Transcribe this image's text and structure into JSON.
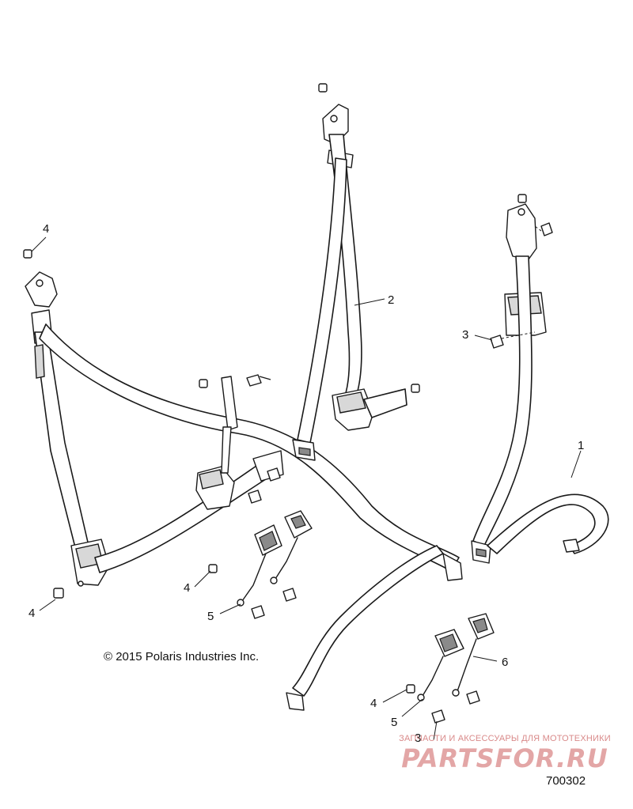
{
  "diagram": {
    "callouts": [
      {
        "id": "callout-1",
        "label": "1"
      },
      {
        "id": "callout-2",
        "label": "2"
      },
      {
        "id": "callout-3-upper",
        "label": "3"
      },
      {
        "id": "callout-3-lower",
        "label": "3"
      },
      {
        "id": "callout-4-top",
        "label": "4"
      },
      {
        "id": "callout-4-mid",
        "label": "4"
      },
      {
        "id": "callout-4-left",
        "label": "4"
      },
      {
        "id": "callout-4-lower",
        "label": "4"
      },
      {
        "id": "callout-5-mid",
        "label": "5"
      },
      {
        "id": "callout-5-lower",
        "label": "5"
      },
      {
        "id": "callout-6",
        "label": "6"
      }
    ],
    "copyright": "© 2015 Polaris Industries Inc.",
    "diagram_number": "700302"
  },
  "watermark": {
    "tagline": "ЗАПЧАСТИ И АКСЕССУАРЫ ДЛЯ МОТОТЕХНИКИ",
    "logo": "PARTSFOR.RU"
  },
  "colors": {
    "line": "#1a1a1a",
    "watermark": "#e3a6a6"
  }
}
